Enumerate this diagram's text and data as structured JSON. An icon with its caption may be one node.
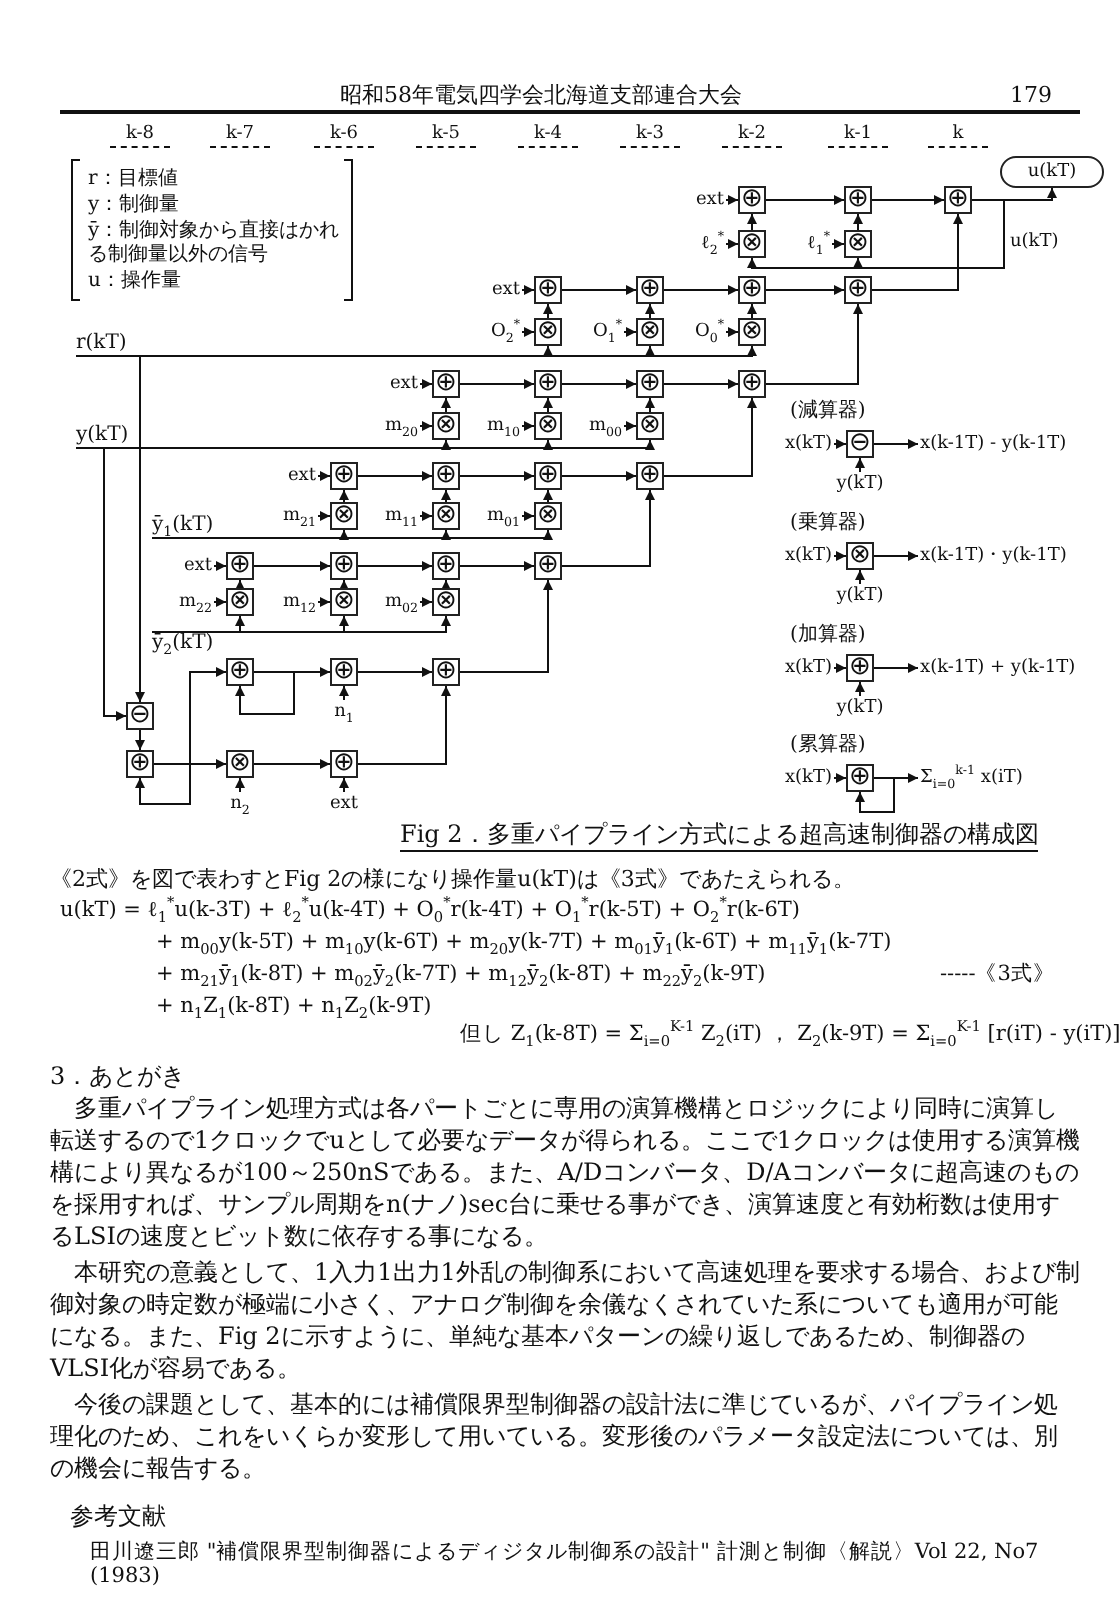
{
  "diagram": {
    "caption": "Fig 2．多重パイプライン方式による超高速制御器の構成図",
    "nodes": [
      {
        "text": [
          "u(kT)"
        ]
      },
      {
        "text": [
          "⊕"
        ],
        "beside": [
          "ext"
        ]
      },
      {
        "text": [
          "⊕"
        ]
      },
      {
        "text": [
          "⊕"
        ]
      },
      {
        "text": [
          "⊗"
        ],
        "beside": [
          "ℓ$_{2}$$^{*}$"
        ]
      },
      {
        "text": [
          "⊗"
        ],
        "beside": [
          "ℓ$_{1}$$^{*}$"
        ]
      },
      {
        "text": [
          "⊕"
        ],
        "beside": [
          "ext"
        ]
      },
      {
        "text": [
          "⊕"
        ]
      },
      {
        "text": [
          "⊕"
        ]
      },
      {
        "text": [
          "⊕"
        ]
      },
      {
        "text": [
          "⊗"
        ],
        "beside": [
          "O$_{2}$$^{*}$"
        ]
      },
      {
        "text": [
          "⊗"
        ],
        "beside": [
          "O$_{1}$$^{*}$"
        ]
      },
      {
        "text": [
          "⊗"
        ],
        "beside": [
          "O$_{0}$$^{*}$"
        ]
      },
      {
        "text": [
          "r(kT)"
        ]
      },
      {
        "text": [
          "⊕"
        ],
        "beside": [
          "ext"
        ]
      },
      {
        "text": [
          "⊕"
        ]
      },
      {
        "text": [
          "⊕"
        ]
      },
      {
        "text": [
          "⊕"
        ]
      },
      {
        "text": [
          "⊗"
        ],
        "beside": [
          "m$_{20}$"
        ]
      },
      {
        "text": [
          "⊗"
        ],
        "beside": [
          "m$_{10}$"
        ]
      },
      {
        "text": [
          "⊗"
        ],
        "beside": [
          "m$_{00}$"
        ]
      },
      {
        "text": [
          "y(kT)"
        ]
      },
      {
        "text": [
          "⊕"
        ],
        "beside": [
          "ext"
        ]
      },
      {
        "text": [
          "⊕"
        ]
      },
      {
        "text": [
          "⊕"
        ]
      },
      {
        "text": [
          "⊕"
        ]
      },
      {
        "text": [
          "⊗"
        ],
        "beside": [
          "m$_{21}$"
        ]
      },
      {
        "text": [
          "⊗"
        ],
        "beside": [
          "m$_{11}$"
        ]
      },
      {
        "text": [
          "⊗"
        ],
        "beside": [
          "m$_{01}$"
        ]
      },
      {
        "text": [
          "ȳ$_{1}$(kT)"
        ]
      },
      {
        "text": [
          "⊕"
        ],
        "beside": [
          "ext"
        ]
      },
      {
        "text": [
          "⊕"
        ]
      },
      {
        "text": [
          "⊕"
        ]
      },
      {
        "text": [
          "⊕"
        ]
      },
      {
        "text": [
          "⊗"
        ],
        "beside": [
          "m$_{22}$"
        ]
      },
      {
        "text": [
          "⊗"
        ],
        "beside": [
          "m$_{12}$"
        ]
      },
      {
        "text": [
          "⊗"
        ],
        "beside": [
          "m$_{02}$"
        ]
      },
      {
        "text": [
          "ȳ$_{2}$(kT)"
        ]
      },
      {
        "text": [
          "⊕"
        ]
      },
      {
        "text": [
          "⊕"
        ],
        "beside": [
          "n$_{1}$"
        ]
      },
      {
        "text": [
          "⊕"
        ]
      },
      {
        "text": [
          "⊖"
        ]
      },
      {
        "text": [
          "⊕"
        ]
      },
      {
        "text": [
          "⊗"
        ],
        "beside": [
          "n$_{2}$"
        ]
      },
      {
        "text": [
          "⊕"
        ],
        "beside": [
          "ext"
        ]
      },
      {
        "text": [
          "⊖"
        ],
        "beside": [
          "x(kT)",
          "y(kT)"
        ]
      },
      {
        "text": [
          "⊗"
        ],
        "beside": [
          "x(kT)",
          "y(kT)"
        ]
      },
      {
        "text": [
          "⊕"
        ],
        "beside": [
          "x(kT)",
          "y(kT)"
        ]
      },
      {
        "text": [
          "⊕"
        ],
        "beside": [
          "x(kT)"
        ]
      },
      {
        "text": [
          "x(k-1T) - y(k-1T)"
        ]
      },
      {
        "text": [
          "x(k-1T)・y(k-1T)"
        ]
      },
      {
        "text": [
          "x(k-1T) + y(k-1T)"
        ]
      },
      {
        "text": [
          "Σ$_{i=0}$$^{k-1}$ x(iT)"
        ]
      }
    ],
    "edges": [
      {
        "from": null,
        "to": 1,
        "arrow": "to"
      },
      {
        "from": 1,
        "to": 2,
        "arrow": "to"
      },
      {
        "from": 2,
        "to": 3,
        "arrow": "to"
      },
      {
        "from": 3,
        "to": 0,
        "arrow": "to"
      },
      {
        "from": null,
        "to": 4,
        "arrow": "to"
      },
      {
        "from": null,
        "to": 5,
        "arrow": "to"
      },
      {
        "from": 4,
        "to": 1,
        "arrow": "to"
      },
      {
        "from": 5,
        "to": 2,
        "arrow": "to"
      },
      {
        "from": 3,
        "to": 4,
        "arrow": "to"
      },
      {
        "from": 3,
        "to": 5,
        "arrow": "to",
        "label": "u(kT)"
      },
      {
        "from": null,
        "to": 6,
        "arrow": "to"
      },
      {
        "from": 6,
        "to": 7,
        "arrow": "to"
      },
      {
        "from": 7,
        "to": 8,
        "arrow": "to"
      },
      {
        "from": 8,
        "to": 9,
        "arrow": "to"
      },
      {
        "from": 9,
        "to": 3,
        "arrow": "to"
      },
      {
        "from": null,
        "to": 10,
        "arrow": "to"
      },
      {
        "from": null,
        "to": 11,
        "arrow": "to"
      },
      {
        "from": null,
        "to": 12,
        "arrow": "to"
      },
      {
        "from": 10,
        "to": 6,
        "arrow": "to"
      },
      {
        "from": 11,
        "to": 7,
        "arrow": "to"
      },
      {
        "from": 12,
        "to": 8,
        "arrow": "to"
      },
      {
        "from": 13,
        "to": 10,
        "arrow": "to"
      },
      {
        "from": 13,
        "to": 11,
        "arrow": "to"
      },
      {
        "from": 13,
        "to": 12,
        "arrow": "to"
      },
      {
        "from": null,
        "to": 14,
        "arrow": "to"
      },
      {
        "from": 14,
        "to": 15,
        "arrow": "to"
      },
      {
        "from": 15,
        "to": 16,
        "arrow": "to"
      },
      {
        "from": 16,
        "to": 17,
        "arrow": "to"
      },
      {
        "from": 17,
        "to": 9,
        "arrow": "to"
      },
      {
        "from": null,
        "to": 18,
        "arrow": "to"
      },
      {
        "from": null,
        "to": 19,
        "arrow": "to"
      },
      {
        "from": null,
        "to": 20,
        "arrow": "to"
      },
      {
        "from": 18,
        "to": 14,
        "arrow": "to"
      },
      {
        "from": 19,
        "to": 15,
        "arrow": "to"
      },
      {
        "from": 20,
        "to": 16,
        "arrow": "to"
      },
      {
        "from": 21,
        "to": 18,
        "arrow": "to"
      },
      {
        "from": 21,
        "to": 19,
        "arrow": "to"
      },
      {
        "from": 21,
        "to": 20,
        "arrow": "to"
      },
      {
        "from": null,
        "to": 22,
        "arrow": "to"
      },
      {
        "from": 22,
        "to": 23,
        "arrow": "to"
      },
      {
        "from": 23,
        "to": 24,
        "arrow": "to"
      },
      {
        "from": 24,
        "to": 25,
        "arrow": "to"
      },
      {
        "from": 25,
        "to": 17,
        "arrow": "to"
      },
      {
        "from": null,
        "to": 26,
        "arrow": "to"
      },
      {
        "from": null,
        "to": 27,
        "arrow": "to"
      },
      {
        "from": null,
        "to": 28,
        "arrow": "to"
      },
      {
        "from": 26,
        "to": 22,
        "arrow": "to"
      },
      {
        "from": 27,
        "to": 23,
        "arrow": "to"
      },
      {
        "from": 28,
        "to": 24,
        "arrow": "to"
      },
      {
        "from": 29,
        "to": 26,
        "arrow": "to"
      },
      {
        "from": 29,
        "to": 27,
        "arrow": "to"
      },
      {
        "from": 29,
        "to": 28,
        "arrow": "to"
      },
      {
        "from": null,
        "to": 30,
        "arrow": "to"
      },
      {
        "from": 30,
        "to": 31,
        "arrow": "to"
      },
      {
        "from": 31,
        "to": 32,
        "arrow": "to"
      },
      {
        "from": 32,
        "to": 33,
        "arrow": "to"
      },
      {
        "from": 33,
        "to": 25,
        "arrow": "to"
      },
      {
        "from": null,
        "to": 34,
        "arrow": "to"
      },
      {
        "from": null,
        "to": 35,
        "arrow": "to"
      },
      {
        "from": null,
        "to": 36,
        "arrow": "to"
      },
      {
        "from": 34,
        "to": 30,
        "arrow": "to"
      },
      {
        "from": 35,
        "to": 31,
        "arrow": "to"
      },
      {
        "from": 36,
        "to": 32,
        "arrow": "to"
      },
      {
        "from": 37,
        "to": 34,
        "arrow": "to"
      },
      {
        "from": 37,
        "to": 35,
        "arrow": "to"
      },
      {
        "from": 37,
        "to": 36,
        "arrow": "to"
      },
      {
        "from": 38,
        "to": 38,
        "arrow": "to"
      },
      {
        "from": 38,
        "to": 39,
        "arrow": "to"
      },
      {
        "from": null,
        "to": 39,
        "arrow": "to"
      },
      {
        "from": 39,
        "to": 40,
        "arrow": "to"
      },
      {
        "from": 40,
        "to": 33,
        "arrow": "to"
      },
      {
        "from": 13,
        "to": 41,
        "arrow": "to"
      },
      {
        "from": 21,
        "to": 41,
        "arrow": "to"
      },
      {
        "from": 41,
        "to": 42,
        "arrow": "to"
      },
      {
        "from": 42,
        "to": 42,
        "arrow": "to"
      },
      {
        "from": 42,
        "to": 38,
        "arrow": "to"
      },
      {
        "from": 42,
        "to": 43,
        "arrow": "to"
      },
      {
        "from": null,
        "to": 43,
        "arrow": "to"
      },
      {
        "from": 43,
        "to": 44,
        "arrow": "to"
      },
      {
        "from": null,
        "to": 44,
        "arrow": "to"
      },
      {
        "from": 44,
        "to": 40,
        "arrow": "to"
      },
      {
        "from": null,
        "to": 45,
        "arrow": "to"
      },
      {
        "from": null,
        "to": 45,
        "arrow": "to"
      },
      {
        "from": 45,
        "to": 49,
        "arrow": "to"
      },
      {
        "from": null,
        "to": 46,
        "arrow": "to"
      },
      {
        "from": null,
        "to": 46,
        "arrow": "to"
      },
      {
        "from": 46,
        "to": 50,
        "arrow": "to"
      },
      {
        "from": null,
        "to": 47,
        "arrow": "to"
      },
      {
        "from": null,
        "to": 47,
        "arrow": "to"
      },
      {
        "from": 47,
        "to": 51,
        "arrow": "to"
      },
      {
        "from": null,
        "to": 48,
        "arrow": "to"
      },
      {
        "from": 48,
        "to": 48,
        "arrow": "to"
      },
      {
        "from": 48,
        "to": 52,
        "arrow": "to"
      }
    ],
    "labels": [
      "昭和58年電気四学会北海道支部連合大会",
      "179",
      "k-8",
      "k-7",
      "k-6",
      "k-5",
      "k-4",
      "k-3",
      "k-2",
      "k-1",
      "k",
      "r：目標値",
      "y：制御量",
      "ȳ：制御対象から直接はかれる制御量以外の信号",
      "u：操作量",
      "(減算器)",
      "(乗算器)",
      "(加算器)",
      "(累算器)",
      "《2式》を図で表わすとFig 2の様になり操作量u(kT)は《3式》であたえられる。",
      "u(kT) = ℓ$_{1}$$^{*}$u(k-3T) + ℓ$_{2}$$^{*}$u(k-4T) + O$_{0}$$^{*}$r(k-4T) + O$_{1}$$^{*}$r(k-5T) + O$_{2}$$^{*}$r(k-6T)",
      "+ m$_{00}$y(k-5T) + m$_{10}$y(k-6T) + m$_{20}$y(k-7T) + m$_{01}$ȳ$_{1}$(k-6T) + m$_{11}$ȳ$_{1}$(k-7T)",
      "+ m$_{21}$ȳ$_{1}$(k-8T) + m$_{02}$ȳ$_{2}$(k-7T) + m$_{12}$ȳ$_{2}$(k-8T) + m$_{22}$ȳ$_{2}$(k-9T)",
      "-----《3式》",
      "+ n$_{1}$Z$_{1}$(k-8T) + n$_{1}$Z$_{2}$(k-9T)",
      "但し Z$_{1}$(k-8T) = Σ$_{i=0}$$^{K-1}$ Z$_{2}$(iT) ， Z$_{2}$(k-9T) = Σ$_{i=0}$$^{K-1}$ [r(iT) - y(iT)]",
      "3．あとがき",
      "多重パイプライン処理方式は各パートごとに専用の演算機構とロジックにより同時に演算し転送するので1クロックでuとして必要なデータが得られる。ここで1クロックは使用する演算機構により異なるが100～250nSである。また、A/Dコンバータ、D/Aコンバータに超高速のものを採用すれば、サンプル周期をn(ナノ)sec台に乗せる事ができ、演算速度と有効桁数は使用するLSIの速度とビット数に依存する事になる。",
      "本研究の意義として、1入力1出力1外乱の制御系において高速処理を要求する場合、および制御対象の時定数が極端に小さく、アナログ制御を余儀なくされていた系についても適用が可能になる。また、Fig 2に示すように、単純な基本パターンの繰り返しであるため、制御器のVLSI化が容易である。",
      "今後の課題として、基本的には補償限界型制御器の設計法に準じているが、パイプライン処理化のため、これをいくらか変形して用いている。変形後のパラメータ設定法については、別の機会に報告する。",
      "参考文献",
      "田川遼三郎 \"補償限界型制御器によるディジタル制御系の設計\" 計測と制御〈解説〉Vol 22, No7 (1983)"
    ]
  }
}
